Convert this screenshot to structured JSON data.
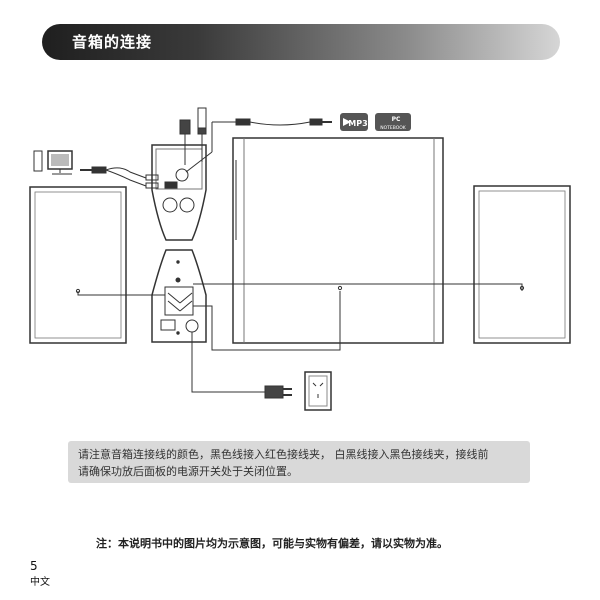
{
  "header": {
    "title": "音箱的连接"
  },
  "diagram": {
    "mp3_label": "MP3",
    "pc_label": "PC",
    "notebook_label": "NOTEBOOK"
  },
  "note": {
    "line1": "请注意音箱连接线的颜色，黑色线接入红色接线夹，  白黑线接入黑色接线夹，接线前",
    "line2": "请确保功放后面板的电源开关处于关闭位置。"
  },
  "disclaimer": "注：本说明书中的图片均为示意图，可能与实物有偏差，请以实物为准。",
  "footer": {
    "page_number": "5",
    "language": "中文"
  }
}
